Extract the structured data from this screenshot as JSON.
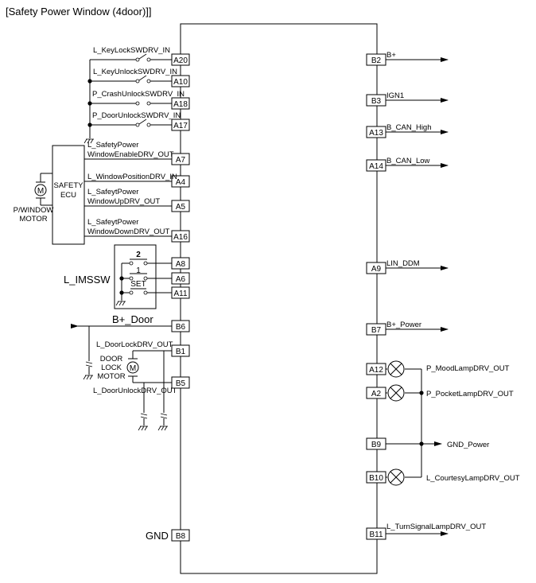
{
  "title": "[Safety Power Window (4door)]]",
  "left_pins": [
    {
      "pin": "A20",
      "signal": "L_KeyLockSWDRV_IN"
    },
    {
      "pin": "A10",
      "signal": "L_KeyUnlockSWDRV_IN"
    },
    {
      "pin": "A18",
      "signal": "P_CrashUnlockSWDRV_IN"
    },
    {
      "pin": "A17",
      "signal": "P_DoorUnlockSWDRV_IN"
    },
    {
      "pin": "A7",
      "signal": [
        "L_SafetyPower",
        "WindowEnableDRV_OUT"
      ]
    },
    {
      "pin": "A4",
      "signal": "L_WindowPositionDRV_IN"
    },
    {
      "pin": "A5",
      "signal": [
        "L_SafeytPower",
        "WindowUpDRV_OUT"
      ]
    },
    {
      "pin": "A16",
      "signal": [
        "L_SafeytPower",
        "WindowDownDRV_OUT"
      ]
    },
    {
      "pin": "A8",
      "signal": ""
    },
    {
      "pin": "A6",
      "signal": ""
    },
    {
      "pin": "A11",
      "signal": ""
    },
    {
      "pin": "B6",
      "signal": "B+_Door"
    },
    {
      "pin": "B1",
      "signal": "L_DoorLockDRV_OUT"
    },
    {
      "pin": "B5",
      "signal": "L_DoorUnlockDRV_OUT"
    },
    {
      "pin": "B8",
      "signal": "GND"
    }
  ],
  "right_pins": [
    {
      "pin": "B2",
      "signal": "B+"
    },
    {
      "pin": "B3",
      "signal": "IGN1"
    },
    {
      "pin": "A13",
      "signal": "B_CAN_High"
    },
    {
      "pin": "A14",
      "signal": "B_CAN_Low"
    },
    {
      "pin": "A9",
      "signal": "LIN_DDM"
    },
    {
      "pin": "B7",
      "signal": "B+_Power"
    },
    {
      "pin": "A12",
      "signal": "P_MoodLampDRV_OUT"
    },
    {
      "pin": "A2",
      "signal": "P_PocketLampDRV_OUT"
    },
    {
      "pin": "B9",
      "signal": "GND_Power"
    },
    {
      "pin": "B10",
      "signal": "L_CourtesyLampDRV_OUT"
    },
    {
      "pin": "B11",
      "signal": "L_TurnSignalLampDRV_OUT"
    }
  ],
  "components": {
    "safety_ecu": [
      "SAFETY",
      "ECU"
    ],
    "pwindow_motor": [
      "P/WINDOW",
      "MOTOR"
    ],
    "imssw": "L_IMSSW",
    "imssw_buttons": [
      "2",
      "1",
      "SET"
    ],
    "door_lock_motor": [
      "DOOR",
      "LOCK",
      "MOTOR"
    ],
    "motor_symbol": "M"
  }
}
